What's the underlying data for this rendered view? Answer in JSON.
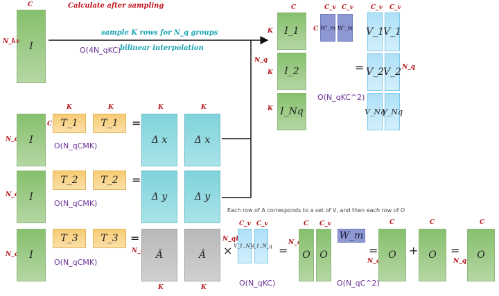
{
  "colors": {
    "green": "#8dc273",
    "orange": "#f9d187",
    "cyan": "#8fd8df",
    "blue": "#bfe7f8",
    "gray": "#bcbcbc",
    "purple": "#8d98d2",
    "red": "#c0161f",
    "teal": "#1ba3b3",
    "violet": "#6a2f94"
  },
  "top": {
    "note_sampling": "Calculate after sampling",
    "note_sample": "sample K rows for N_q groups",
    "note_bilinear": "bilinear interpolation",
    "complexity": "O(4N_qKC)",
    "I_label": "I",
    "dim_C": "C",
    "dim_Nkv": "N_kv"
  },
  "rows": [
    {
      "I": "I",
      "T1": "T_1",
      "T2": "T_1",
      "D1": "Δ x",
      "D2": "Δ x",
      "complexity": "O(N_qCMK)",
      "dim_Nq": "N_q",
      "dim_C": "C",
      "dim_K1": "K",
      "dim_K2": "K",
      "dim_K3": "K",
      "dim_K4": "K"
    },
    {
      "I": "I",
      "T1": "T_2",
      "T2": "T_2",
      "D1": "Δ y",
      "D2": "Δ y",
      "complexity": "O(N_qCMK)",
      "dim_Nq": "N_q"
    },
    {
      "I": "I",
      "T1": "T_3",
      "T2": "T_3",
      "D1": "Â",
      "D2": "Â",
      "complexity": "O(N_qCMK)",
      "dim_Nq": "N_q",
      "dim_Nq2": "N_q",
      "dim_K1": "K",
      "dim_K2": "K"
    }
  ],
  "right_top": {
    "I1": "I_1",
    "I2": "I_2",
    "INq": "I_Nq",
    "W1": "W'_m",
    "W2": "W'_m",
    "V1a": "V_1",
    "V1b": "V_1",
    "V2a": "V_2",
    "V2b": "V_2",
    "VNa": "V_Nq",
    "VNb": "V_Nq",
    "complexity": "O(N_qKC^2)",
    "dim_C": "C",
    "dim_Cv1": "C_v",
    "dim_Cv2": "C_v",
    "dim_Cv3": "C_v",
    "dim_Cv4": "C_v",
    "dim_K1": "K",
    "dim_K2": "K",
    "dim_K3": "K",
    "dim_Nq": "N_q",
    "dim_Nq2": "N_q"
  },
  "bottom": {
    "note": "Each row of A corresponds to a set of V, and then each row of O",
    "V1": "V_1..N_q",
    "V2": "V_1..N_q",
    "complexity_v": "O(N_qKC)",
    "O1": "O",
    "O2": "O",
    "Wm": "W_m",
    "O3": "O",
    "O4": "O",
    "O5": "O",
    "complexity_o": "O(N_qC^2)",
    "dim_NqK": "N_qK",
    "dim_Cv1": "C_v",
    "dim_Cv2": "C_v",
    "dim_Nq_o": "N_q",
    "dim_C_o": "C",
    "dim_Cv_o": "C_v",
    "dim_C_o3": "C",
    "dim_Nq_o3": "N_q",
    "dim_C_o5": "C",
    "dim_Nq_o5": "N_q"
  },
  "ops": {
    "eq": "=",
    "times": "×",
    "plus": "+"
  }
}
